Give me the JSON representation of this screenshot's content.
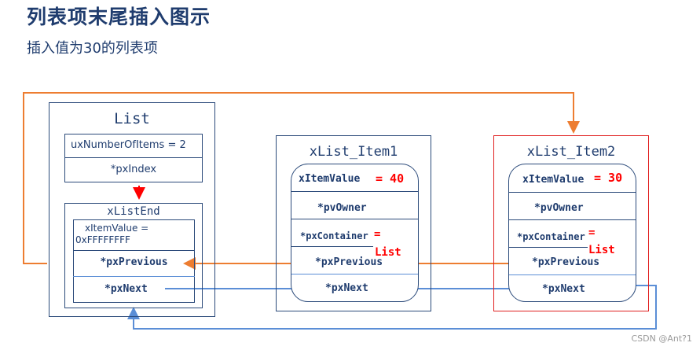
{
  "title": "列表项末尾插入图示",
  "subtitle": "插入值为30的列表项",
  "list": {
    "title": "List",
    "num_items": "uxNumberOfItems = 2",
    "px_index": "*pxIndex",
    "end": {
      "title": "xListEnd",
      "item_value_line1": "xItemValue =",
      "item_value_line2": "0xFFFFFFFF",
      "px_previous": "*pxPrevious",
      "px_next": "*pxNext"
    }
  },
  "item1": {
    "title": "xList_Item1",
    "item_value": "xItemValue",
    "item_value_eq": "= 40",
    "pv_owner": "*pvOwner",
    "px_container": "*pxContainer",
    "px_container_eq": "=",
    "px_container_val": "List",
    "px_previous": "*pxPrevious",
    "px_next": "*pxNext"
  },
  "item2": {
    "title": "xList_Item2",
    "item_value": "xItemValue",
    "item_value_eq": "= 30",
    "pv_owner": "*pvOwner",
    "px_container": "*pxContainer",
    "px_container_eq": "=",
    "px_container_val": "List",
    "px_previous": "*pxPrevious",
    "px_next": "*pxNext"
  },
  "watermark": "CSDN @Ant?1",
  "colors": {
    "title": "#1f3c6e",
    "border": "#2b4a7a",
    "highlight_border": "#e02020",
    "prev_arrow": "#ed7d31",
    "next_arrow": "#5b8ed6",
    "index_arrow": "#ff0000",
    "value_text": "#ff0000"
  }
}
